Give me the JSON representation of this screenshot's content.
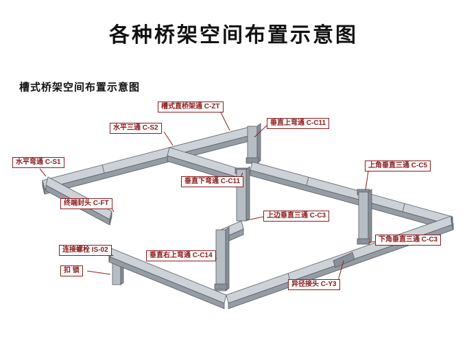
{
  "page": {
    "title": "各种桥架空间布置示意图",
    "subtitle": "槽式桥架空间布置示意图"
  },
  "diagram": {
    "description": "槽式桥架空间布置示意图 isometric cable-tray layout drawing",
    "labels": [
      {
        "text": "槽式直桥架通 C-ZT"
      },
      {
        "text": "水平三通 C-S2"
      },
      {
        "text": "垂直上弯通 C-C11"
      },
      {
        "text": "水平弯通 C-S1"
      },
      {
        "text": "垂直下弯通 C-C11"
      },
      {
        "text": "上角垂直三通 C-C5"
      },
      {
        "text": "终端封头 C-FT"
      },
      {
        "text": "上边垂直三通 C-C3"
      },
      {
        "text": "连接螺栓 IS-02"
      },
      {
        "text": "垂直右上弯通 C-C14"
      },
      {
        "text": "下角垂直三通 C-C3"
      },
      {
        "text": "扣 锁"
      },
      {
        "text": "异径接头 C-Y3"
      }
    ],
    "colors": {
      "label_accent": "#8b1a1a",
      "tray_top": "#ccd2d8",
      "tray_front": "#b7bdc4",
      "tray_side": "#959ca4",
      "background": "#ffffff"
    }
  }
}
